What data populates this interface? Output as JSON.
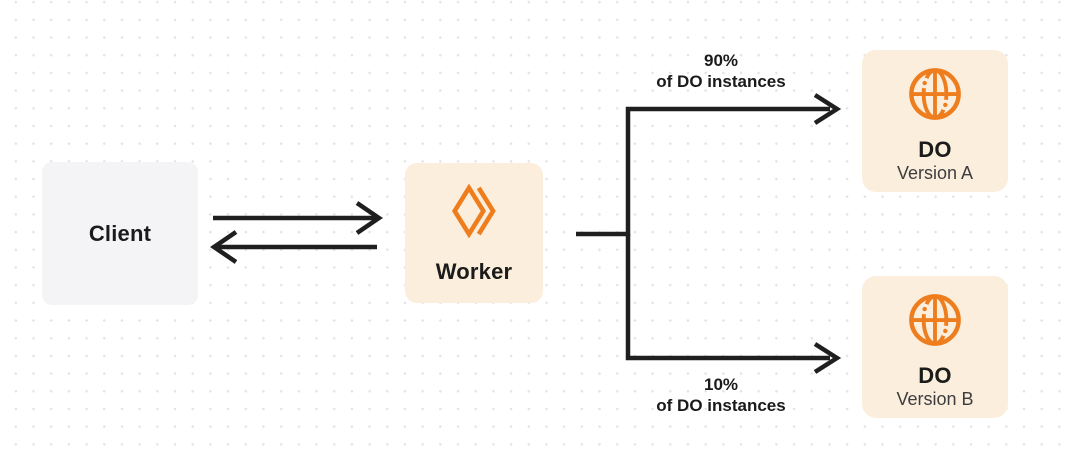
{
  "diagram": {
    "description": "Worker routing traffic between two Durable Object versions"
  },
  "colors": {
    "background": "#FFFFFF",
    "grid_dot": "#E3E3E4",
    "line": "#1F1F1F",
    "orange": "#EE7D1E",
    "warm_box_bg": "#FBEEDC",
    "client_box_bg": "#F4F4F6",
    "text_primary": "#1B1B1B",
    "text_secondary": "#3D3D40"
  },
  "nodes": {
    "client": {
      "label": "Client"
    },
    "worker": {
      "label": "Worker",
      "icon": "cloudflare-workers-icon"
    },
    "do_a": {
      "title": "DO",
      "subtitle": "Version A",
      "icon": "globe-icon"
    },
    "do_b": {
      "title": "DO",
      "subtitle": "Version B",
      "icon": "globe-icon"
    }
  },
  "edges": {
    "client_worker": {
      "type": "bidirectional-arrows"
    },
    "split_top": {
      "percent": "90%",
      "caption": "of DO instances"
    },
    "split_bottom": {
      "percent": "10%",
      "caption": "of DO instances"
    }
  }
}
